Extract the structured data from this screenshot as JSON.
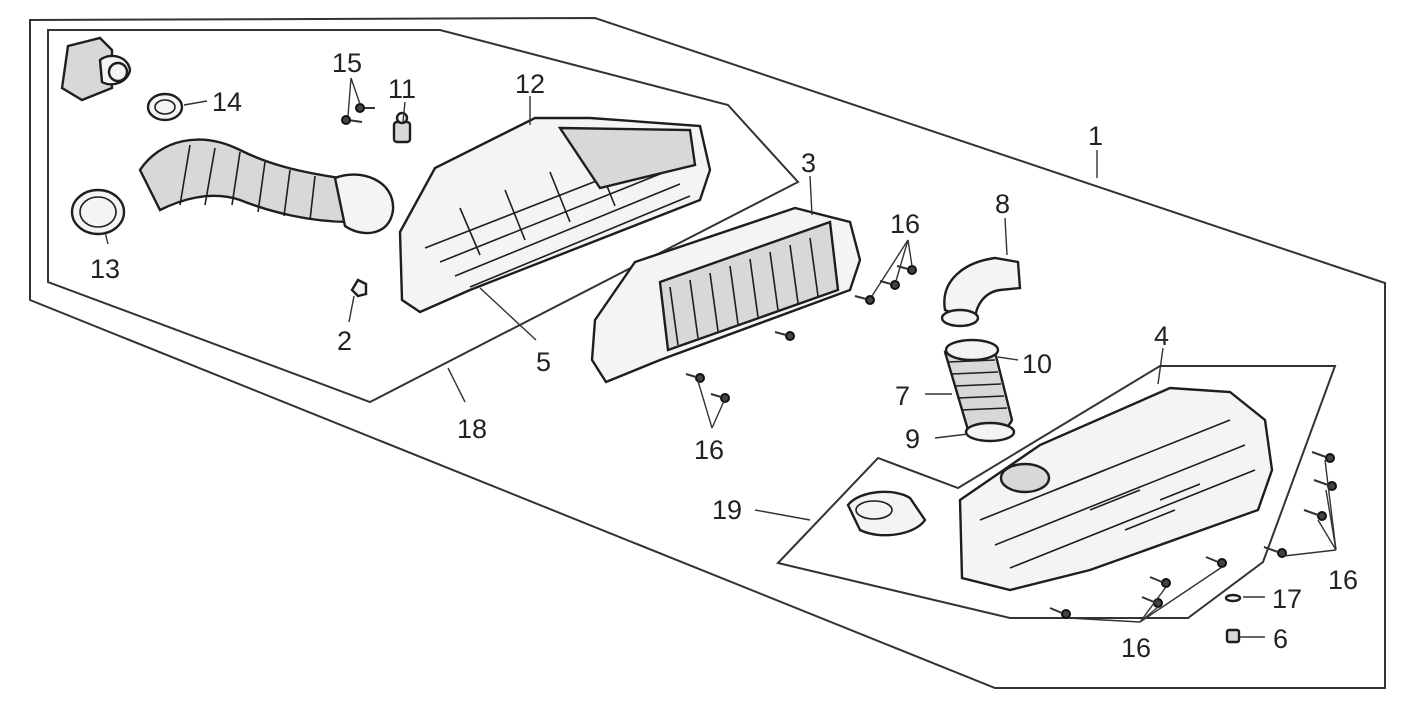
{
  "callouts": {
    "c1": "1",
    "c2": "2",
    "c3": "3",
    "c4": "4",
    "c5": "5",
    "c6": "6",
    "c7": "7",
    "c8": "8",
    "c9": "9",
    "c10": "10",
    "c11": "11",
    "c12": "12",
    "c13": "13",
    "c14": "14",
    "c15": "15",
    "c16a": "16",
    "c16b": "16",
    "c16c": "16",
    "c16d": "16",
    "c17": "17",
    "c18": "18",
    "c19": "19"
  },
  "colors": {
    "line": "#333333",
    "fill": "#f4f4f4",
    "shade": "#d8d8d8",
    "background": "#ffffff"
  }
}
